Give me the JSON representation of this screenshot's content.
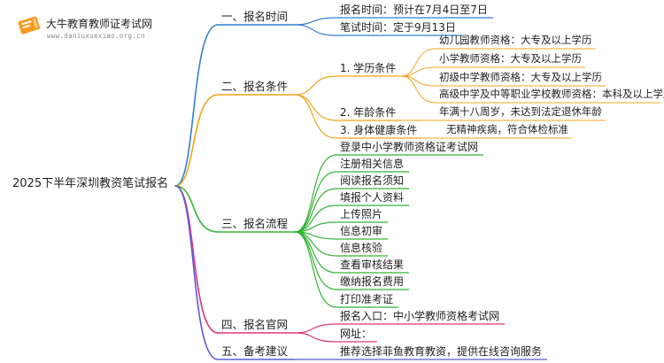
{
  "watermark": {
    "brand": "大牛教育教师证考试网",
    "domain": "www.daniuxuexiao.org.cn"
  },
  "colors": {
    "blue": "#2f7fd1",
    "orange": "#f0a41c",
    "green": "#33b533",
    "pink": "#e0337a",
    "purple": "#5b5bd6",
    "logo_orange": "#f39b1d"
  },
  "mindmap": {
    "root": "2025下半年深圳教资笔试报名",
    "branches": [
      {
        "label": "一、报名时间",
        "items": [
          {
            "label": "报名时间：预计在7月4日至7日"
          },
          {
            "label": "笔试时间：定于9月13日"
          }
        ]
      },
      {
        "label": "二、报名条件",
        "items": [
          {
            "label": "1. 学历条件",
            "children": [
              "幼儿园教师资格：大专及以上学历",
              "小学教师资格：大专及以上学历",
              "初级中学教师资格：大专及以上学历",
              "高级中学及中等职业学校教师资格：本科及以上学历"
            ]
          },
          {
            "label": "2. 年龄条件",
            "children": [
              "年满十八周岁，未达到法定退休年龄"
            ]
          },
          {
            "label": "3. 身体健康条件",
            "children": [
              "无精神疾病，符合体检标准"
            ]
          }
        ]
      },
      {
        "label": "三、报名流程",
        "items": [
          {
            "label": "登录中小学教师资格证考试网"
          },
          {
            "label": "注册相关信息"
          },
          {
            "label": "阅读报名须知"
          },
          {
            "label": "填报个人资料"
          },
          {
            "label": "上传照片"
          },
          {
            "label": "信息初审"
          },
          {
            "label": "信息核验"
          },
          {
            "label": "查看审核结果"
          },
          {
            "label": "缴纳报名费用"
          },
          {
            "label": "打印准考证"
          }
        ]
      },
      {
        "label": "四、报名官网",
        "items": [
          {
            "label": "报名入口：中小学教师资格考试网"
          },
          {
            "label": "网址："
          }
        ]
      },
      {
        "label": "五、备考建议",
        "items": [
          {
            "label": "推荐选择菲鱼教育教资，提供在线咨询服务"
          }
        ]
      }
    ]
  }
}
